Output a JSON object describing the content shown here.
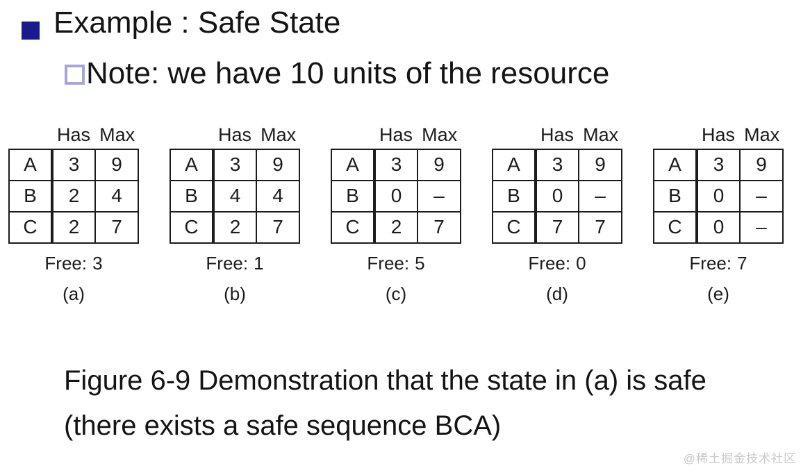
{
  "slide": {
    "title": "Example : Safe State",
    "note": "Note: we have 10 units of the resource",
    "caption": {
      "line1": "Figure 6-9 Demonstration that the state in (a) is safe",
      "line2": "(there exists a safe sequence BCA)"
    },
    "watermark": "@稀土掘金技术社区"
  },
  "table_header": {
    "has": "Has",
    "max": "Max"
  },
  "free_label": "Free:",
  "states": [
    {
      "label": "(a)",
      "free": "3",
      "rows": [
        [
          "A",
          "3",
          "9"
        ],
        [
          "B",
          "2",
          "4"
        ],
        [
          "C",
          "2",
          "7"
        ]
      ]
    },
    {
      "label": "(b)",
      "free": "1",
      "rows": [
        [
          "A",
          "3",
          "9"
        ],
        [
          "B",
          "4",
          "4"
        ],
        [
          "C",
          "2",
          "7"
        ]
      ]
    },
    {
      "label": "(c)",
      "free": "5",
      "rows": [
        [
          "A",
          "3",
          "9"
        ],
        [
          "B",
          "0",
          "–"
        ],
        [
          "C",
          "2",
          "7"
        ]
      ]
    },
    {
      "label": "(d)",
      "free": "0",
      "rows": [
        [
          "A",
          "3",
          "9"
        ],
        [
          "B",
          "0",
          "–"
        ],
        [
          "C",
          "7",
          "7"
        ]
      ]
    },
    {
      "label": "(e)",
      "free": "7",
      "rows": [
        [
          "A",
          "3",
          "9"
        ],
        [
          "B",
          "0",
          "–"
        ],
        [
          "C",
          "0",
          "–"
        ]
      ]
    }
  ],
  "colors": {
    "bullet_navy": "#1a1a8f",
    "note_bullet_border": "#a6a6d9",
    "table_line": "#1c1c1c",
    "text": "#141414",
    "watermark_gray": "#c9c9c9"
  }
}
